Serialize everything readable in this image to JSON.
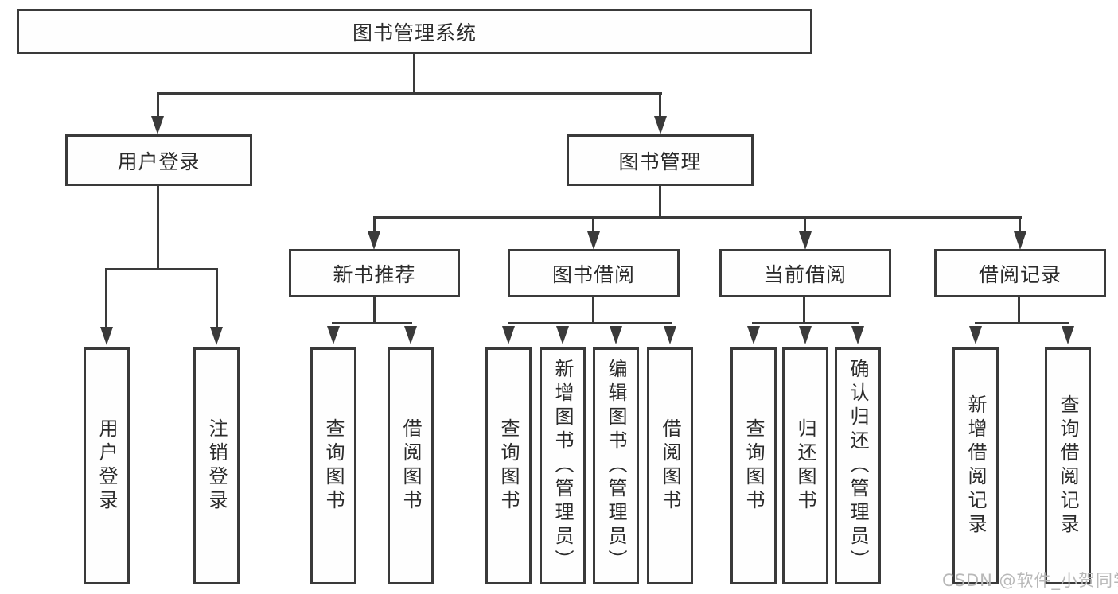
{
  "tree": {
    "label": "图书管理系统",
    "children": [
      {
        "label": "用户登录",
        "children": [
          {
            "label": "用户登录"
          },
          {
            "label": "注销登录"
          }
        ]
      },
      {
        "label": "图书管理",
        "children": [
          {
            "label": "新书推荐",
            "children": [
              {
                "label": "查询图书"
              },
              {
                "label": "借阅图书"
              }
            ]
          },
          {
            "label": "图书借阅",
            "children": [
              {
                "label": "查询图书"
              },
              {
                "label": "新增图书（管理员）"
              },
              {
                "label": "编辑图书（管理员）"
              },
              {
                "label": "借阅图书"
              }
            ]
          },
          {
            "label": "当前借阅",
            "children": [
              {
                "label": "查询图书"
              },
              {
                "label": "归还图书"
              },
              {
                "label": "确认归还（管理员）"
              }
            ]
          },
          {
            "label": "借阅记录",
            "children": [
              {
                "label": "新增借阅记录"
              },
              {
                "label": "查询借阅记录"
              }
            ]
          }
        ]
      }
    ]
  },
  "watermark": {
    "text": "CSDN @软件_小贺同学"
  },
  "colors": {
    "line": "#3a3a3a",
    "text": "#2b2b2b",
    "background": "#ffffff",
    "watermark": "#b8b8b8"
  }
}
